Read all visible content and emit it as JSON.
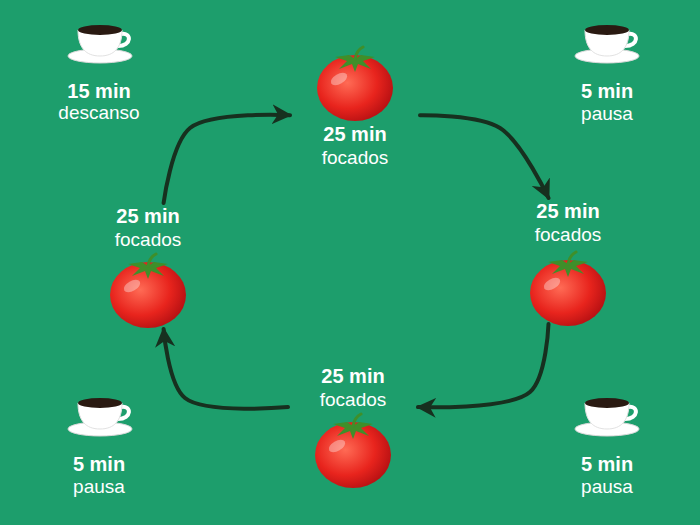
{
  "diagram": {
    "nodes": [
      {
        "text": [
          "25 min",
          "focados"
        ]
      },
      {
        "text": [
          "25 min",
          "focados"
        ]
      },
      {
        "text": [
          "25 min",
          "focados"
        ]
      },
      {
        "text": [
          "25 min",
          "focados"
        ]
      }
    ],
    "edges": [
      {
        "from": 0,
        "to": 2,
        "arrow": "to"
      },
      {
        "from": 2,
        "to": 3,
        "arrow": "to"
      },
      {
        "from": 3,
        "to": 1,
        "arrow": "to"
      },
      {
        "from": 1,
        "to": 0,
        "arrow": "to"
      }
    ],
    "labels": [
      "15 min",
      "descanso",
      "5 min",
      "pausa",
      "5 min",
      "pausa",
      "5 min",
      "pausa"
    ]
  }
}
